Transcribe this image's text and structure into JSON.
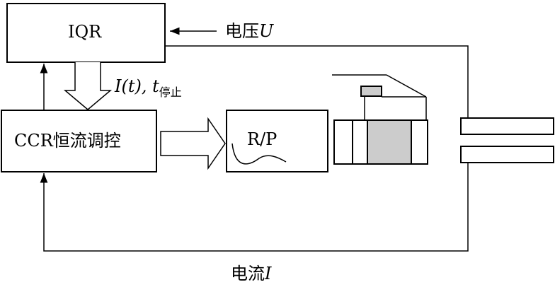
{
  "blocks": {
    "iqr": "IQR",
    "ccr_prefix": "CCR",
    "ccr_cn": "恒流调控",
    "rp": "R/P"
  },
  "labels": {
    "voltage_cn": "电压",
    "voltage_sym": "U",
    "current_cn": "电流",
    "current_sym": "I",
    "time_signal": "I(t), t",
    "time_signal_sub": "停止"
  },
  "colors": {
    "line": "#000000",
    "insert_fill": "#cccccc",
    "background": "#ffffff"
  }
}
